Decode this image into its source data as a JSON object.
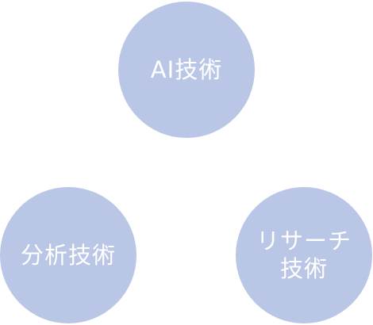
{
  "diagram": {
    "circle_color": "#bac6e6",
    "text_color": "#ffffff",
    "nodes": [
      {
        "id": "ai",
        "lines": [
          "AI技術"
        ]
      },
      {
        "id": "analysis",
        "lines": [
          "分析技術"
        ]
      },
      {
        "id": "research",
        "lines": [
          "リサーチ",
          "技術"
        ]
      }
    ]
  }
}
